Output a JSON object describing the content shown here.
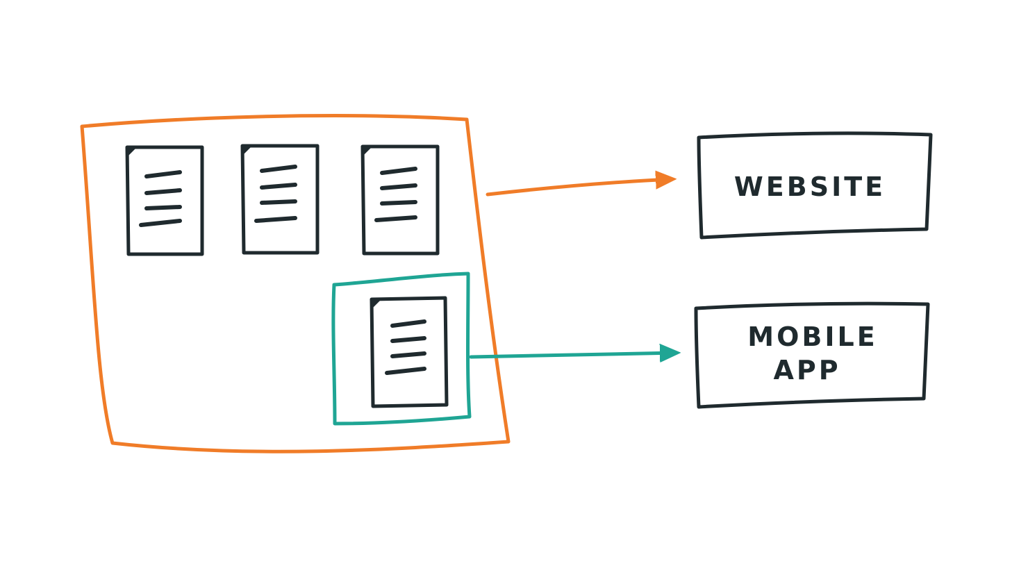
{
  "colors": {
    "ink": "#1f2a2e",
    "orange": "#f07c28",
    "teal": "#1fa594",
    "background": "#ffffff"
  },
  "source_group": {
    "color": "orange",
    "documents": [
      {
        "icon": "document-icon",
        "lines": 4
      },
      {
        "icon": "document-icon",
        "lines": 4
      },
      {
        "icon": "document-icon",
        "lines": 4
      }
    ],
    "highlighted_group": {
      "color": "teal",
      "documents": [
        {
          "icon": "document-icon",
          "lines": 4
        }
      ]
    }
  },
  "targets": {
    "website": {
      "label": "WEBSITE"
    },
    "mobile_app": {
      "label_line1": "MOBILE",
      "label_line2": "APP"
    }
  },
  "arrows": [
    {
      "from": "source-group",
      "to": "website",
      "color": "orange"
    },
    {
      "from": "highlighted-group",
      "to": "mobile-app",
      "color": "teal"
    }
  ]
}
